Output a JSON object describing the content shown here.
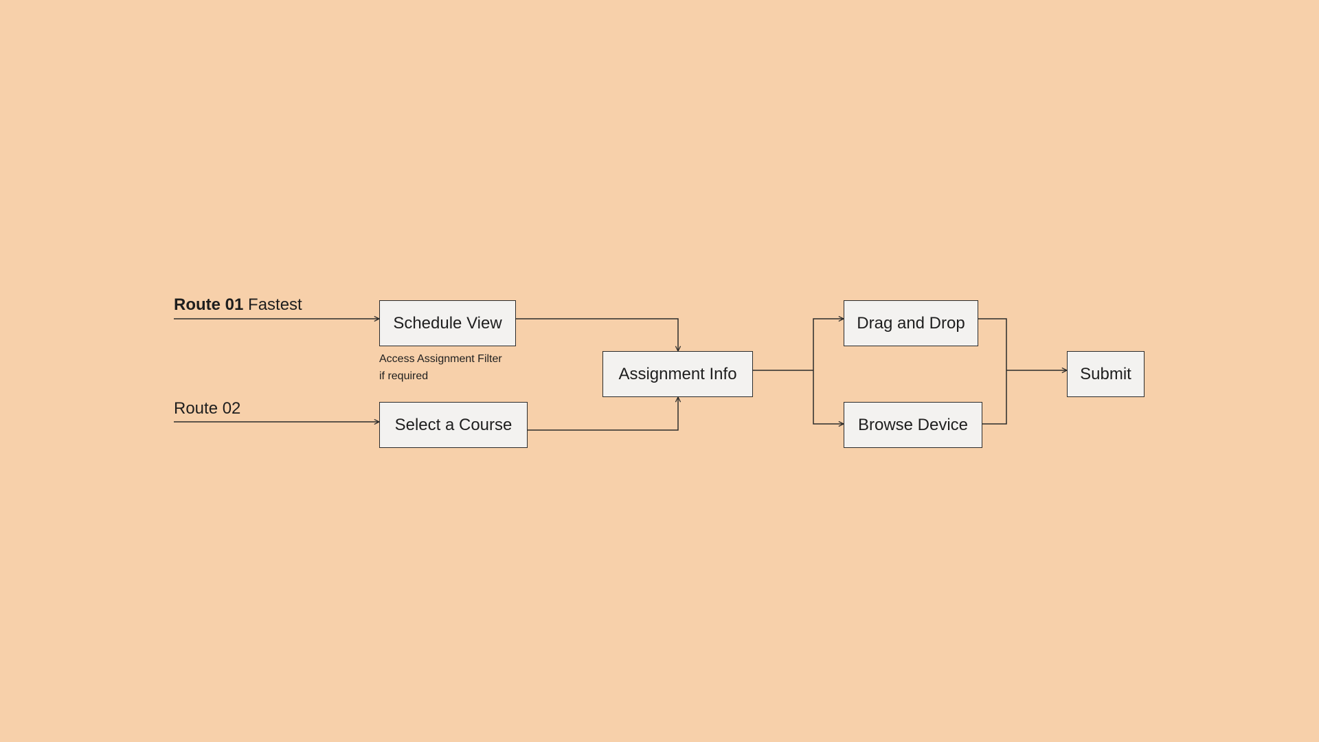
{
  "colors": {
    "background": "#f7d0aa",
    "node_fill": "#f3f2f0",
    "stroke": "#2a2a2a",
    "text": "#1e1e1e"
  },
  "routes": [
    {
      "strong": "Route 01",
      "rest": " Fastest"
    },
    {
      "strong": "",
      "rest": "Route 02"
    }
  ],
  "nodes": {
    "schedule_view": "Schedule View",
    "select_course": "Select a Course",
    "assignment_info": "Assignment Info",
    "drag_and_drop": "Drag and Drop",
    "browse_device": "Browse Device",
    "submit": "Submit"
  },
  "note": {
    "line1": "Access Assignment Filter",
    "line2": "if required"
  }
}
